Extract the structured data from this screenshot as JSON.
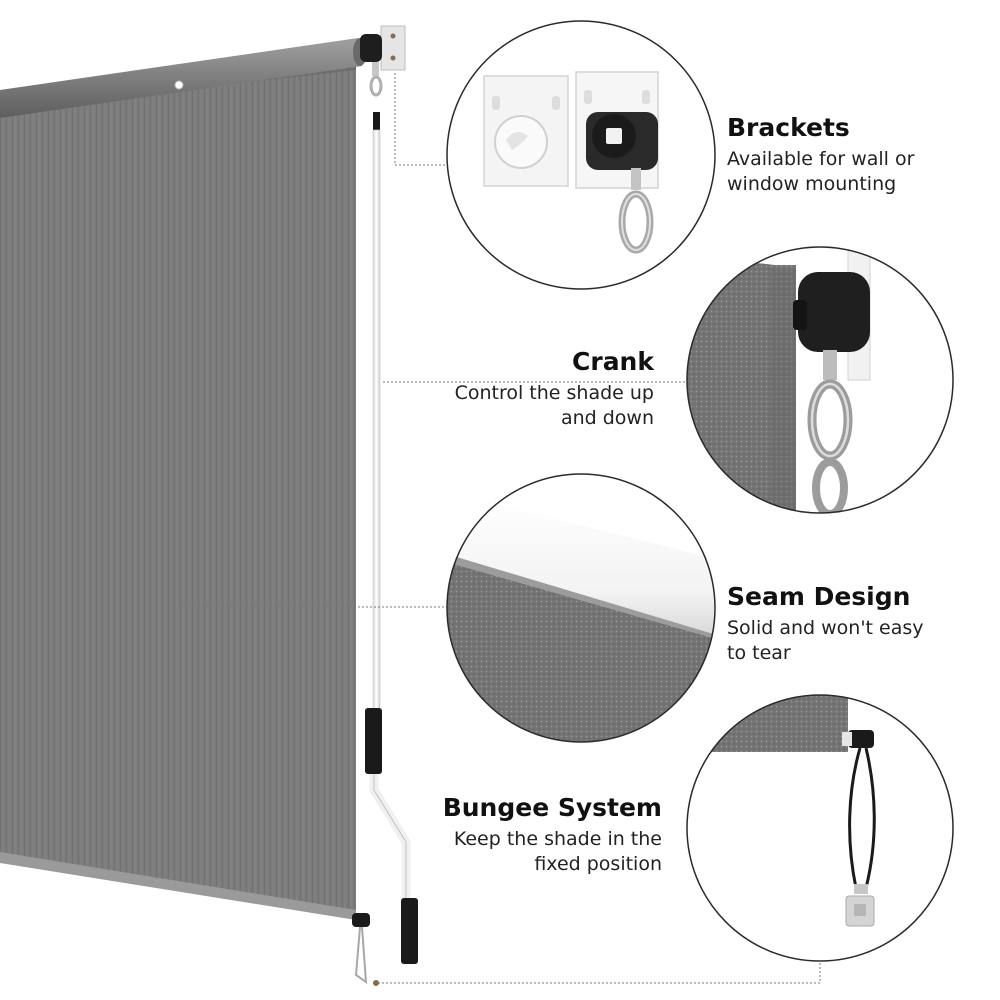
{
  "features": [
    {
      "id": "brackets",
      "title": "Brackets",
      "description": "Available for wall or\nwindow mounting"
    },
    {
      "id": "crank",
      "title": "Crank",
      "description": "Control the shade up\nand down"
    },
    {
      "id": "seam",
      "title": "Seam Design",
      "description": "Solid and won't easy\nto tear"
    },
    {
      "id": "bungee",
      "title": "Bungee System",
      "description": "Keep the shade in the\nfixed position"
    }
  ],
  "colors": {
    "shade": "#7b7b7b",
    "shade_dark": "#6c6c6c",
    "roller": "#8a8a8a",
    "crank_rod": "#f2f2f2",
    "handle": "#1a1a1a",
    "bracket_white": "#f4f4f4",
    "metal": "#b8b8b8",
    "leader_line": "#777777"
  }
}
